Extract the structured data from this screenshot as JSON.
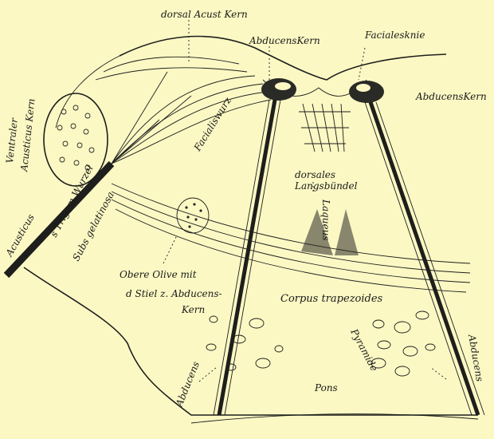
{
  "figure": {
    "labels": {
      "dorsal_acust_kern": "dorsal Acust Kern",
      "abducenskern_left": "AbducensKern",
      "facialesknie": "Facialesknie",
      "abducenskern_right": "AbducensKern",
      "ventraler": "Ventraler",
      "acusticuskern": "Acusticus Kern",
      "facialiswurzel": "Facialiswurz",
      "dorsales": "dorsales",
      "langsbundel": "Langsbündel",
      "lagueus": "Laqueus",
      "acusticus": "Acusticus",
      "trigem_wurzel": "s Trigem Wurzel",
      "subs_gelatinosa": "Subs gelatinosa",
      "obere_olive_1": "Obere Olive mit",
      "obere_olive_2": "d Stiel z. Abducens-",
      "obere_olive_3": "Kern",
      "corpus_trapezoides": "Corpus trapezoides",
      "pyramide": "Pyramide",
      "abducens_left": "Abducens",
      "abducens_right": "Abducens",
      "pons": "Pons"
    }
  }
}
